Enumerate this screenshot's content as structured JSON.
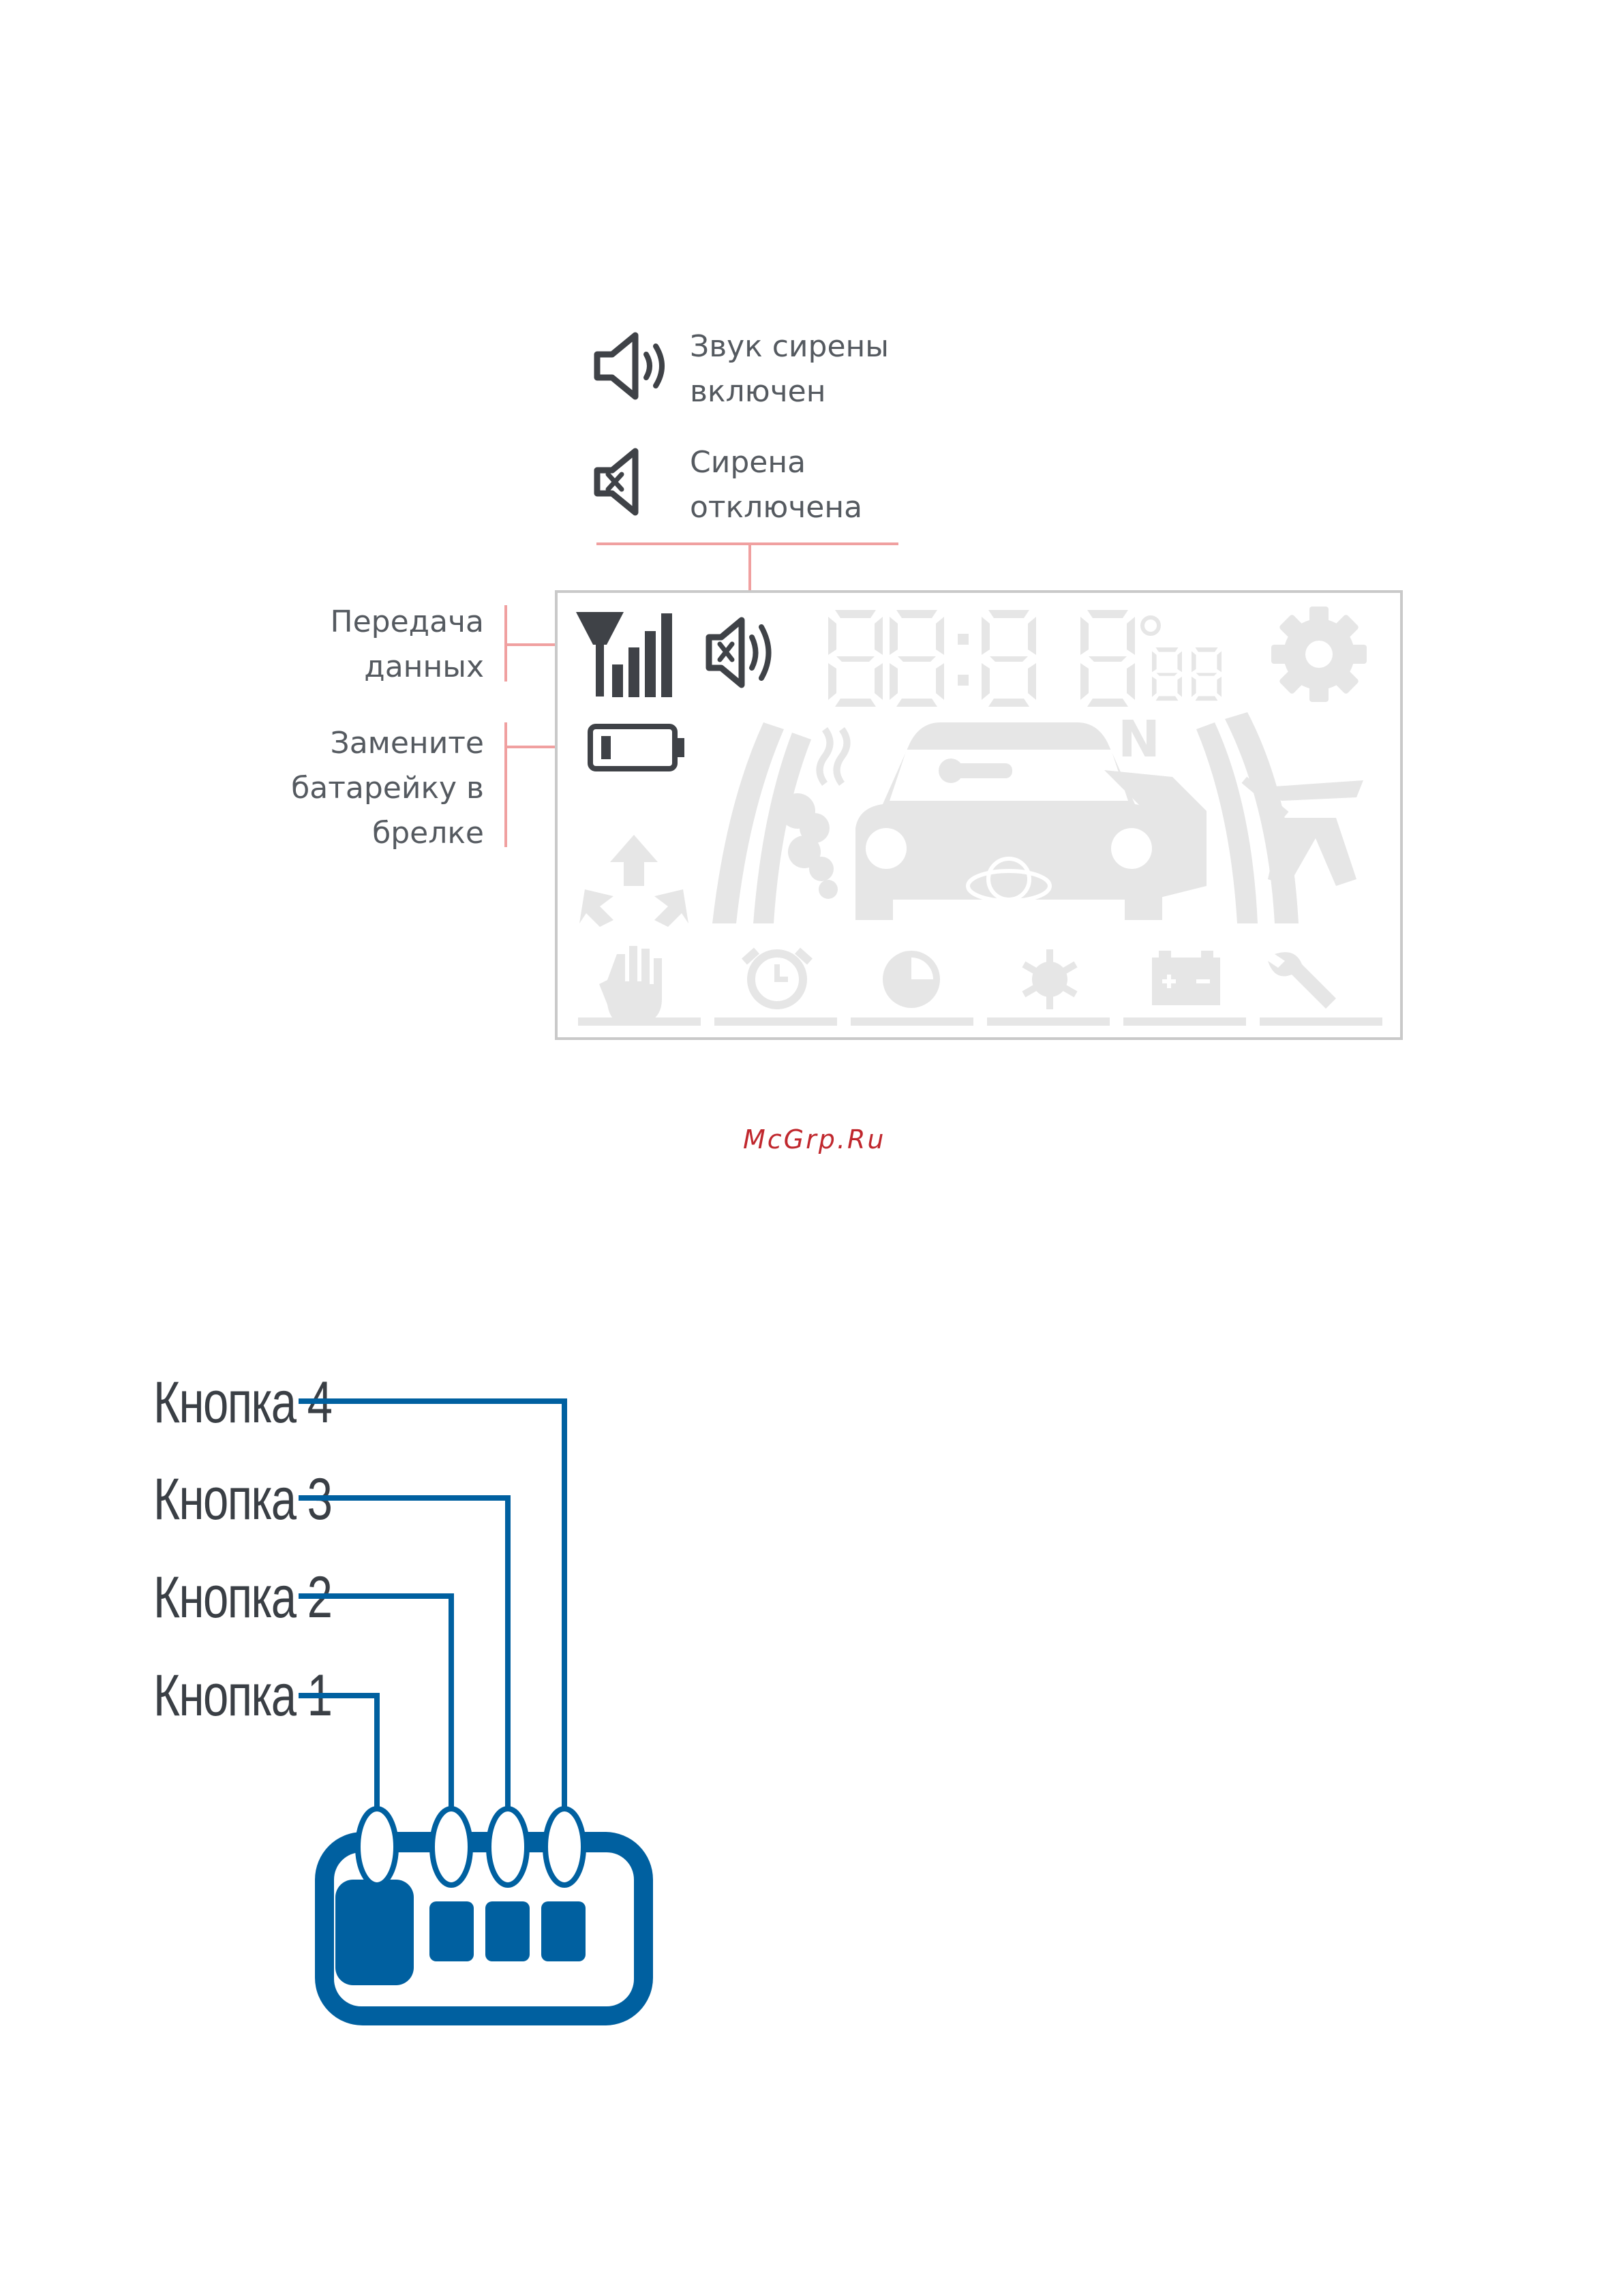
{
  "legend": {
    "siren_on": "Звук сирены\nвключен",
    "siren_off": "Сирена\nотключена",
    "data_transfer": "Передача\nданных",
    "battery": "Замените\nбатарейку в\nбрелке"
  },
  "display": {
    "clock": "88:88",
    "temp_unit": "°",
    "small_digits": "88",
    "gear": "N"
  },
  "watermark": "McGrp.Ru",
  "keyfob": {
    "buttons": [
      {
        "label": "Кнопка 4"
      },
      {
        "label": "Кнопка 3"
      },
      {
        "label": "Кнопка 2"
      },
      {
        "label": "Кнопка 1"
      }
    ]
  },
  "colors": {
    "callout": "#f0a0a0",
    "faded": "#e6e6e6",
    "dark": "#3f4247",
    "keyfob": "#0060a0"
  }
}
